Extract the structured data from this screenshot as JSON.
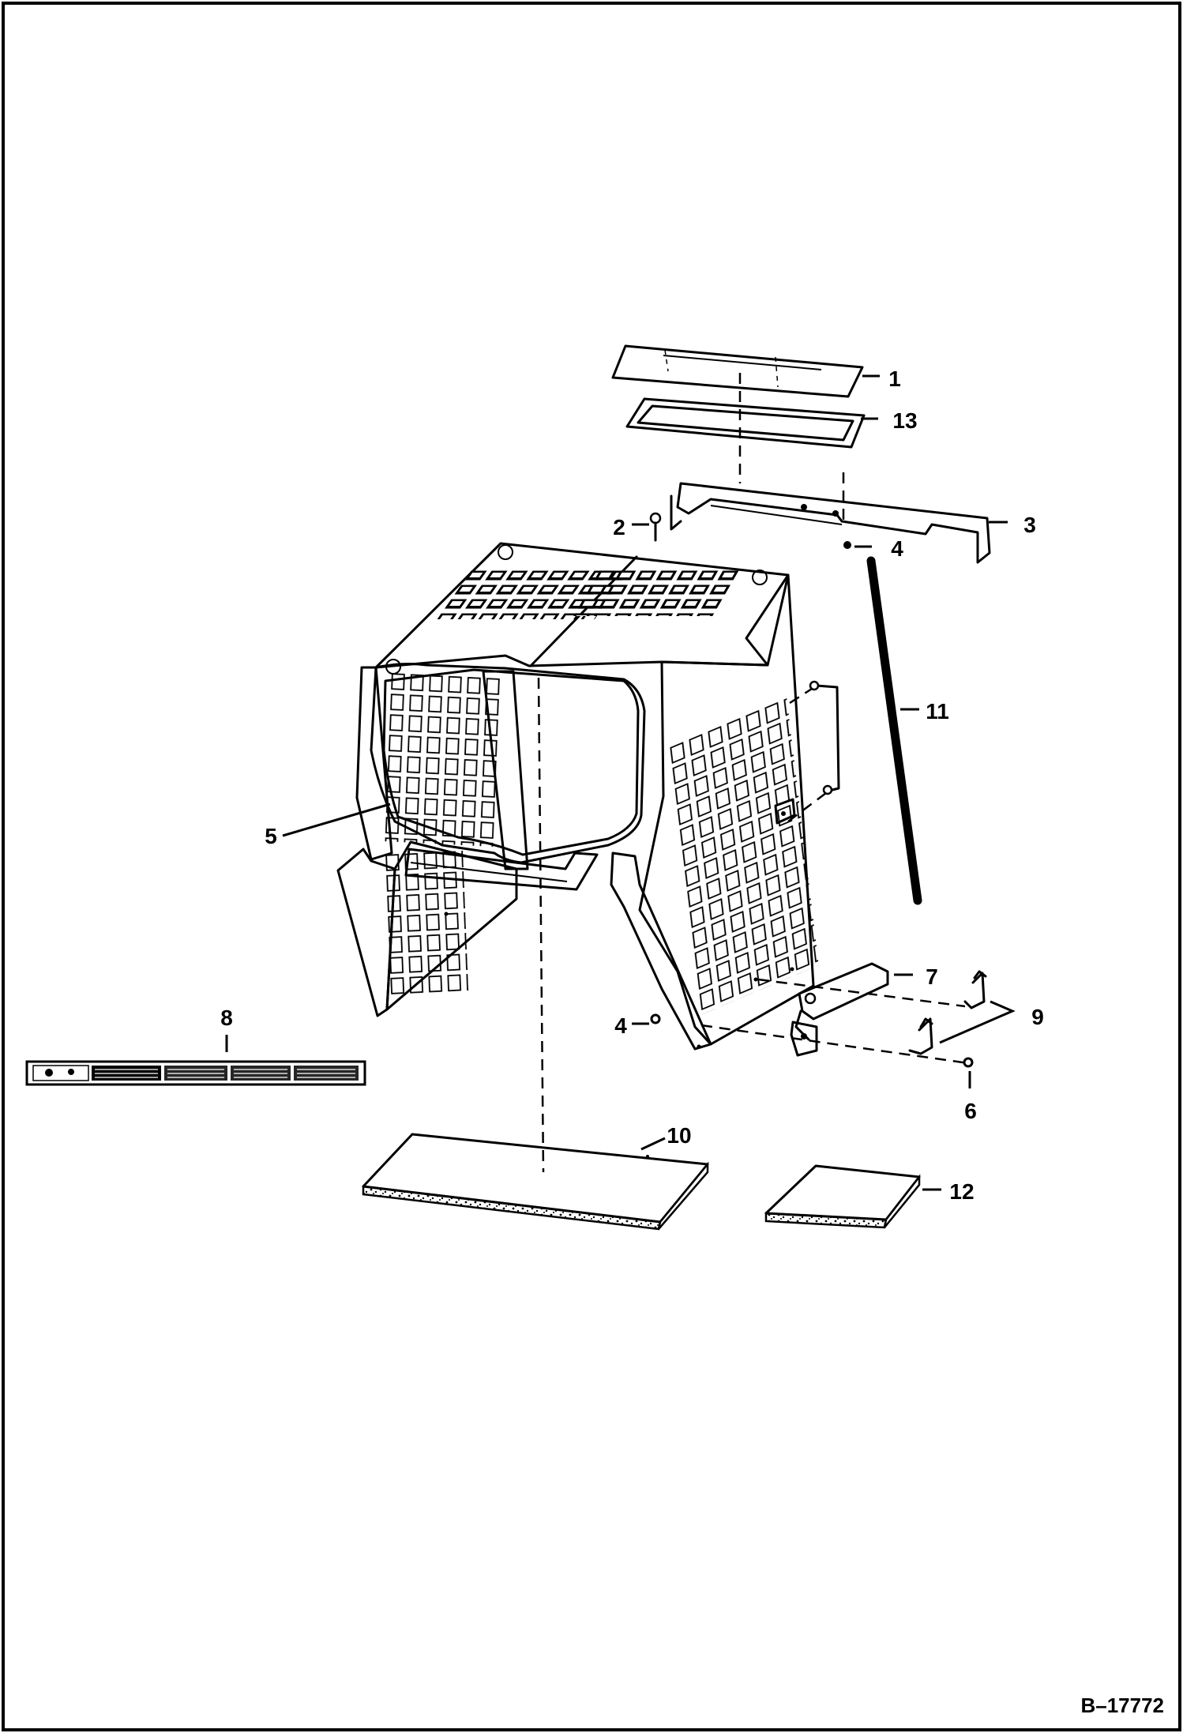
{
  "figure_id": "B–17772",
  "callouts": [
    {
      "id": "c1",
      "label": "1"
    },
    {
      "id": "c13",
      "label": "13"
    },
    {
      "id": "c2",
      "label": "2"
    },
    {
      "id": "c3",
      "label": "3"
    },
    {
      "id": "c4a",
      "label": "4"
    },
    {
      "id": "c11",
      "label": "11"
    },
    {
      "id": "c5",
      "label": "5"
    },
    {
      "id": "c7",
      "label": "7"
    },
    {
      "id": "c8",
      "label": "8"
    },
    {
      "id": "c9",
      "label": "9"
    },
    {
      "id": "c4b",
      "label": "4"
    },
    {
      "id": "c6",
      "label": "6"
    },
    {
      "id": "c10",
      "label": "10"
    },
    {
      "id": "c12",
      "label": "12"
    }
  ]
}
